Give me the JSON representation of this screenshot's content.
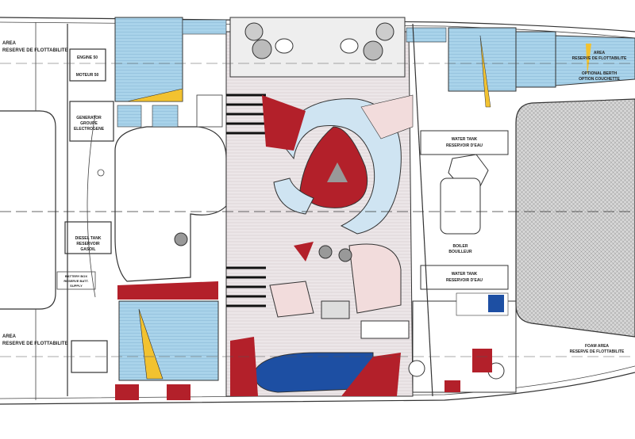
{
  "title": "Catamaran deck plan (accommodation layout)",
  "labels": {
    "stern_port_area": [
      "AREA",
      "RESERVE DE FLOTTABILITE"
    ],
    "stern_stbd_area": [
      "AREA",
      "RESERVE DE FLOTTABILITE"
    ],
    "engine_port": [
      "ENGINE 50",
      "MOTEUR 50"
    ],
    "generator": [
      "GENERATOR",
      "GROUPE",
      "ELECTROGENE"
    ],
    "diesel_tank": [
      "DIESEL TANK",
      "RESERVOIR",
      "GASOIL"
    ],
    "battery": [
      "BATTERY BOX",
      "RESERVE BATT.",
      "SUPPLY"
    ],
    "water_tank_port": [
      "WATER TANK",
      "RESERVOIR D'EAU"
    ],
    "water_tank_stbd": [
      "WATER TANK",
      "RESERVOIR D'EAU"
    ],
    "boiler": [
      "BOILER",
      "BOUILLEUR"
    ],
    "bow_port_area": [
      "AREA",
      "RESERVE DE FLOTTABILITE",
      "OPTIONAL BERTH",
      "OPTION COUCHETTE"
    ],
    "bow_stbd_area": [
      "FOAM AREA",
      "RESERVE DE FLOTTABILITE"
    ]
  },
  "colors": {
    "bunk_blue": "#a9d3ea",
    "furniture_red": "#b3202a",
    "sofa_blue": "#1d4fa3",
    "accent_yellow": "#f2c230",
    "floor_pink": "#f2dcdc",
    "settee_light_blue": "#cfe4f2",
    "trampoline_gray": "#c9c9c9"
  }
}
